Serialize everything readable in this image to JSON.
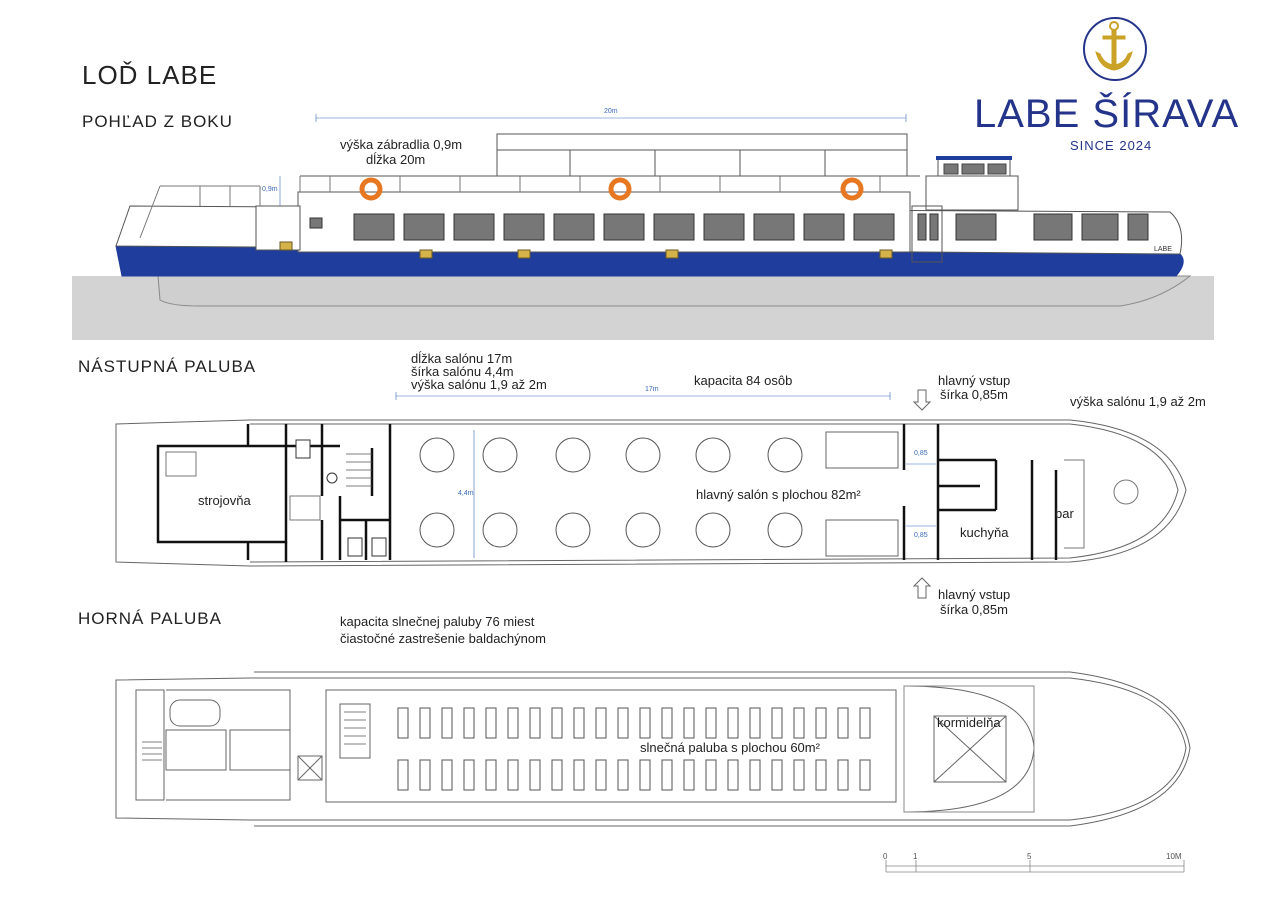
{
  "title": "LOĎ LABE",
  "brand": {
    "name": "LABE ŠÍRAVA",
    "since": "SINCE 2024",
    "colors": {
      "navy": "#24348a",
      "gold": "#c9a227"
    }
  },
  "sections": {
    "side": "POHĽAD Z BOKU",
    "boarding": "NÁSTUPNÁ PALUBA",
    "upper": "HORNÁ PALUBA"
  },
  "side_view": {
    "railing_height": "výška zábradlia 0,9m",
    "length": "dĺžka 20m",
    "dim_length": "20m",
    "dim_railing": "0,9m",
    "hull_name": "LABE",
    "hull_color": "#1f3d9c",
    "water_color": "#d3d3d3"
  },
  "boarding_deck": {
    "salon_length": "dĺžka salónu 17m",
    "salon_width": "šírka salónu 4,4m",
    "salon_height": "výška salónu 1,9 až 2m",
    "capacity": "kapacita 84 osôb",
    "entry_top_1": "hlavný vstup",
    "entry_top_2": "šírka 0,85m",
    "salon_height_right": "výška salónu  1,9 až 2m",
    "engine_room": "strojovňa",
    "main_salon": "hlavný salón s plochou  82m²",
    "kitchen": "kuchyňa",
    "bar": "bar",
    "entry_bottom_1": "hlavný vstup",
    "entry_bottom_2": "šírka 0,85m",
    "dim_17": "17m",
    "dim_44": "4,4m",
    "dim_085a": "0,85",
    "dim_085b": "0,85"
  },
  "upper_deck": {
    "capacity": "kapacita slnečnej paluby 76 miest",
    "roof": "čiastočné zastrešenie baldachýnom",
    "wheelhouse": "kormidelňa",
    "sun_deck": "slnečná paluba s plochou 60m²"
  },
  "scale": {
    "t0": "0",
    "t1": "1",
    "t5": "5",
    "t10": "10M"
  }
}
